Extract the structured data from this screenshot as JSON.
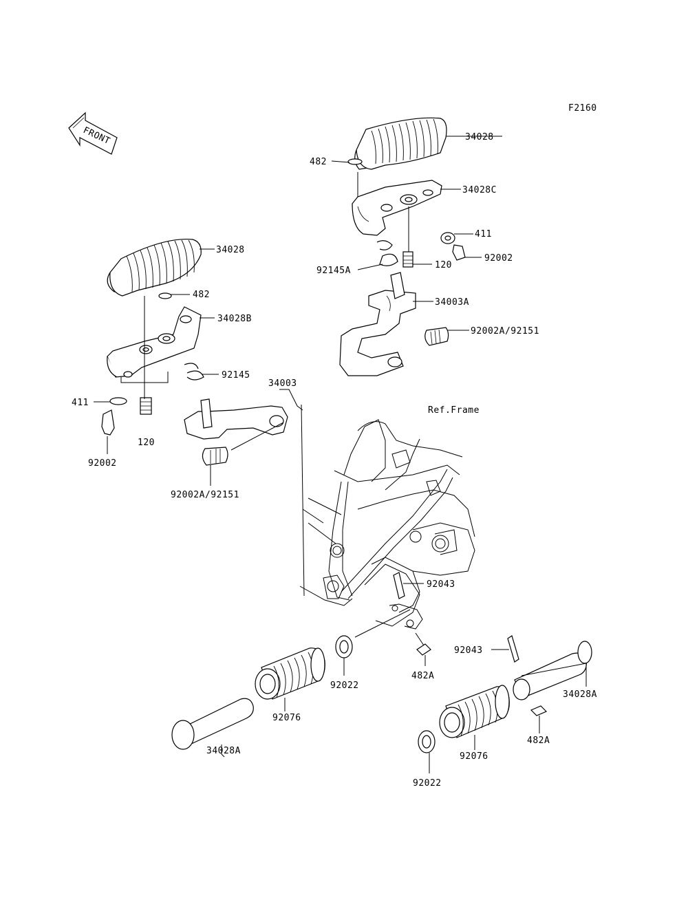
{
  "diagram_code": "F2160",
  "front_arrow_text": "FRONT",
  "ref_frame": "Ref.Frame",
  "callouts": [
    "34028",
    "482",
    "34028C",
    "411",
    "92002",
    "120",
    "92145A",
    "34003A",
    "92002A/92151",
    "34028",
    "482",
    "34028B",
    "92145",
    "34003",
    "411",
    "120",
    "92002",
    "92002A/92151",
    "92043",
    "92043",
    "92022",
    "482A",
    "34028A",
    "92076",
    "34028A",
    "482A",
    "92076",
    "92022"
  ]
}
